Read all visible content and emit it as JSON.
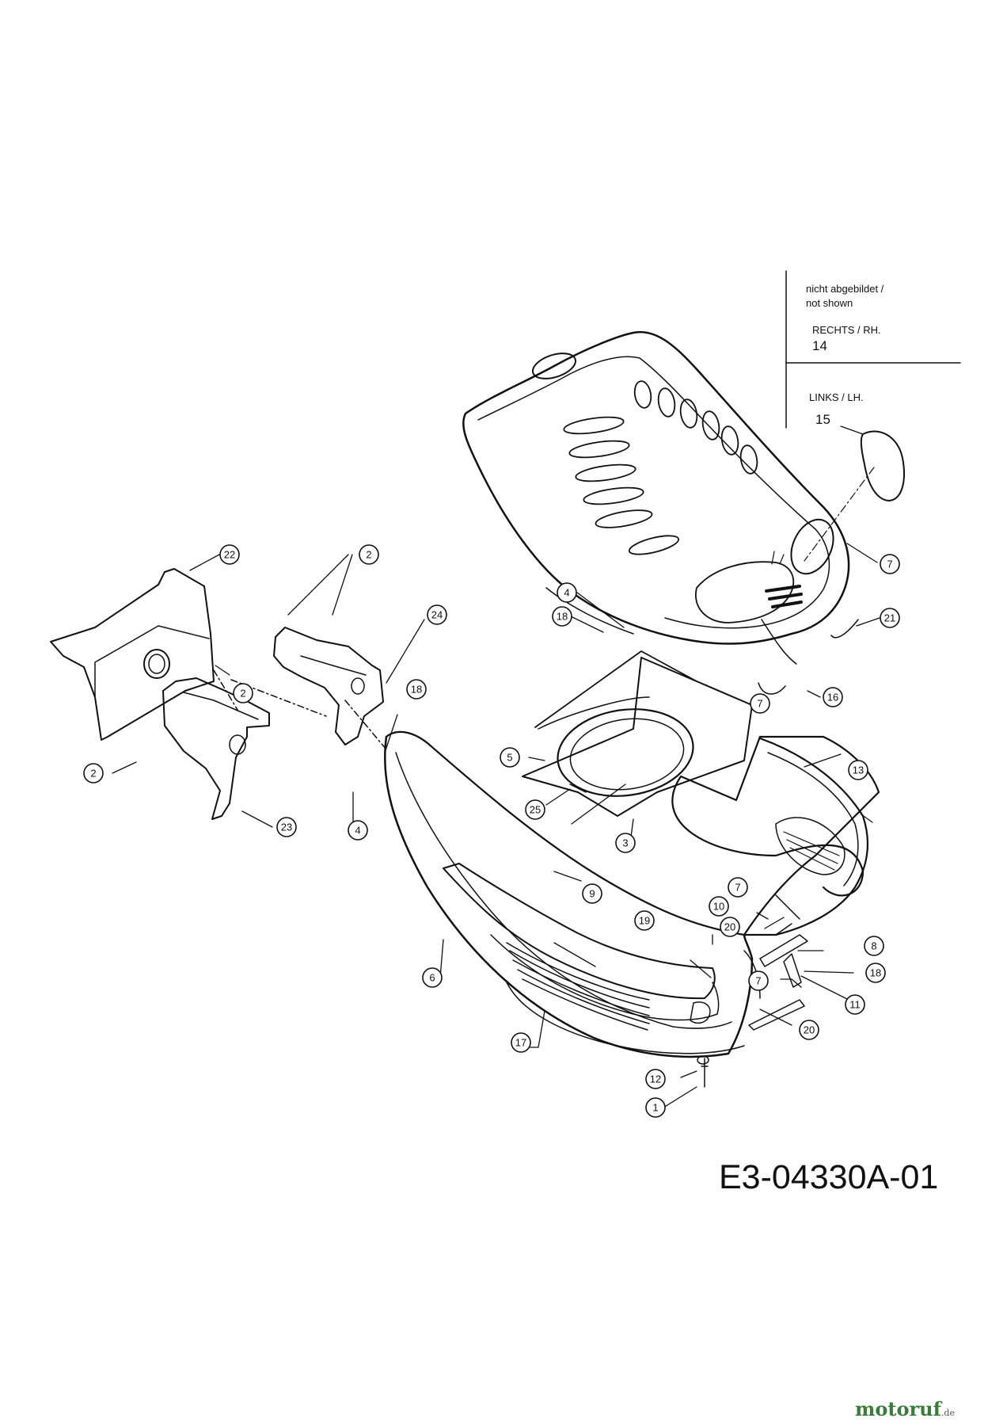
{
  "notes": {
    "not_shown": [
      "nicht abgebildet /",
      "not shown"
    ],
    "right_label": "RECHTS /  RH.",
    "right_num": "14",
    "left_label": "LINKS / LH.",
    "left_num": "15"
  },
  "drawing_number": "E3-04330A-01",
  "watermark": {
    "main": "motoruf",
    "tld": ".de"
  },
  "callouts": [
    "1",
    "2",
    "3",
    "4",
    "5",
    "6",
    "7",
    "8",
    "9",
    "10",
    "11",
    "12",
    "13",
    "16",
    "17",
    "18",
    "19",
    "20",
    "21",
    "22",
    "23",
    "24",
    "25"
  ]
}
